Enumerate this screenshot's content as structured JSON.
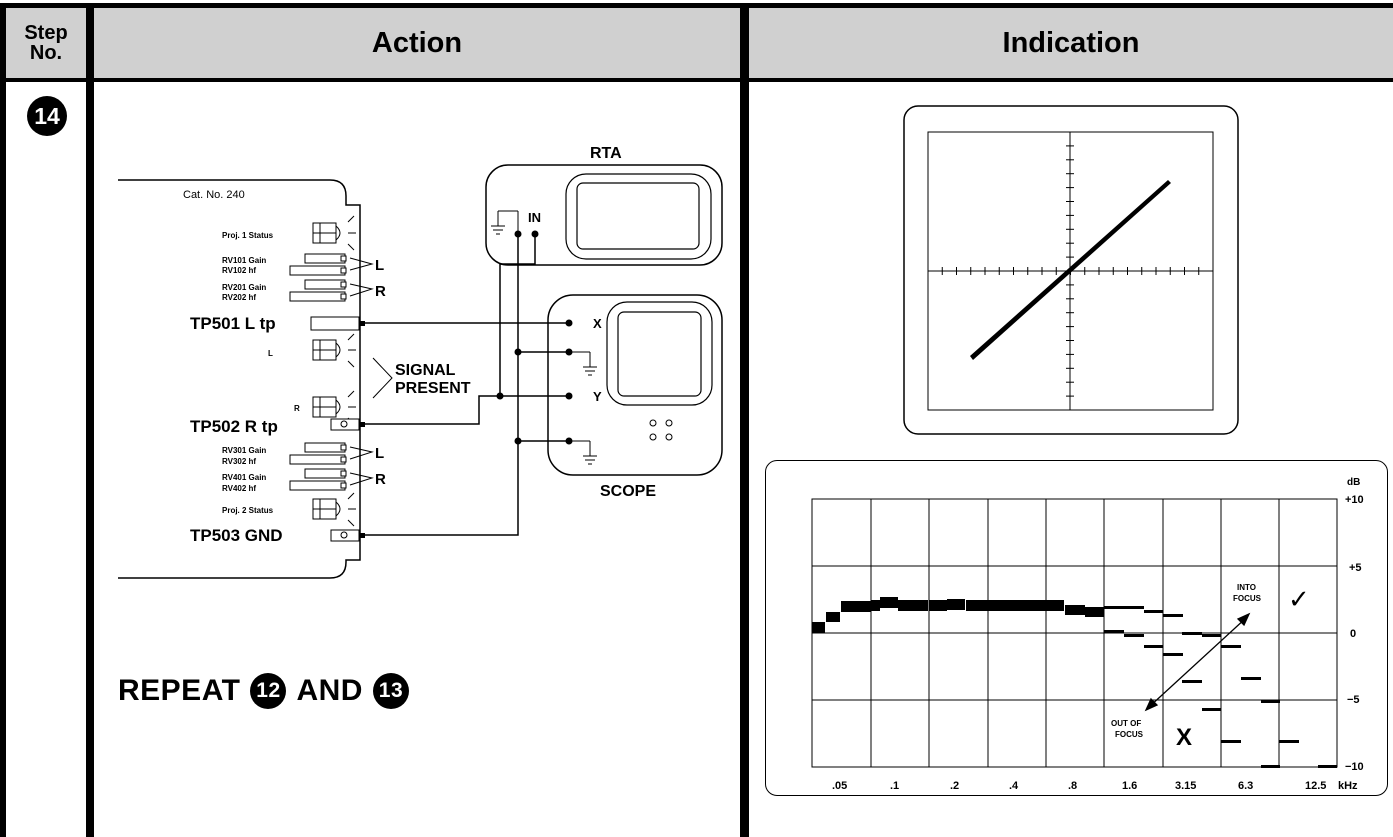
{
  "header": {
    "step_label": "Step No.",
    "action_label": "Action",
    "indication_label": "Indication"
  },
  "step": {
    "number": "14"
  },
  "diagram": {
    "panel_title": "Cat. No. 240",
    "rta_label": "RTA",
    "rta_in": "IN",
    "scope_label": "SCOPE",
    "scope_x": "X",
    "scope_y": "Y",
    "proj1_status": "Proj. 1  Status",
    "proj2_status": "Proj. 2  Status",
    "rv101": "RV101  Gain",
    "rv102": "RV102 hf",
    "rv201": "RV201  Gain",
    "rv202": "RV202 hf",
    "rv301": "RV301 Gain",
    "rv302": "RV302 hf",
    "rv401": "RV401 Gain",
    "rv402": "RV402 hf",
    "l_small": "L",
    "r_small": "R",
    "l1": "L",
    "r1": "R",
    "l2": "L",
    "r2": "R",
    "tp501": "TP501  L  tp",
    "tp502": "TP502  R  tp",
    "tp503": "TP503  GND",
    "signal": "SIGNAL",
    "present": "PRESENT"
  },
  "repeat": {
    "text_before": "REPEAT",
    "step_a": "12",
    "text_mid": "AND",
    "step_b": "13"
  },
  "rta_chart": {
    "db_unit": "dB",
    "y_labels": [
      "+10",
      "+5",
      "0",
      "−5",
      "−10"
    ],
    "x_labels": [
      ".05",
      ".1",
      ".2",
      ".4",
      ".8",
      "1.6",
      "3.15",
      "6.3",
      "12.5"
    ],
    "x_unit": "kHz",
    "into_focus_1": "INTO",
    "into_focus_2": "FOCUS",
    "checkmark": "✓",
    "out_focus_1": "OUT OF",
    "out_focus_2": "FOCUS",
    "x_mark": "X"
  }
}
